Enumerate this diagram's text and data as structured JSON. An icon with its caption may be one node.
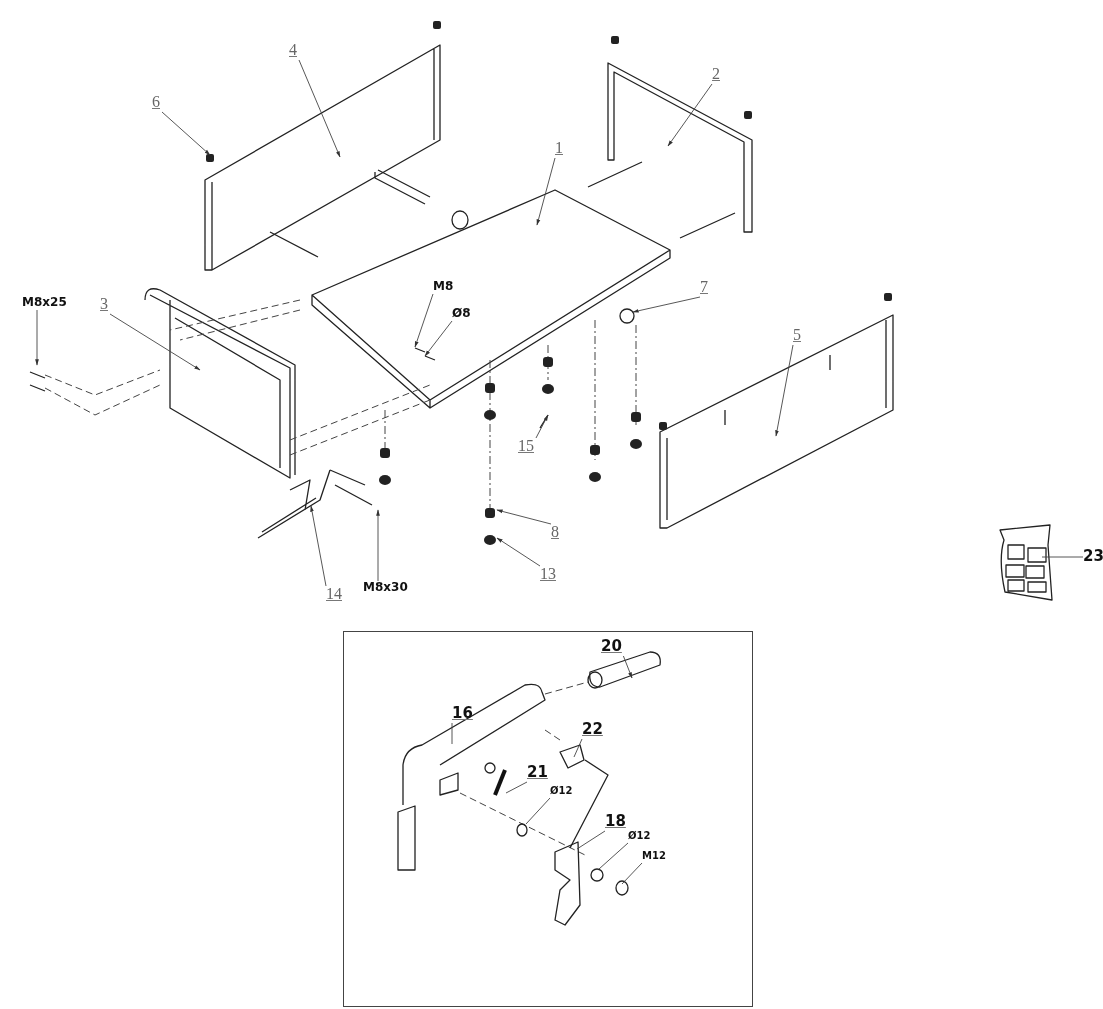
{
  "diagram": {
    "nodes": [
      {
        "text": [
          "6"
        ]
      },
      {
        "text": [
          "4"
        ]
      },
      {
        "text": [
          "1"
        ]
      },
      {
        "text": [
          "2"
        ]
      },
      {
        "text": [
          "M8x25"
        ]
      },
      {
        "text": [
          "3"
        ]
      },
      {
        "text": [
          "M8"
        ]
      },
      {
        "text": [
          "Ø8"
        ]
      },
      {
        "text": [
          "7"
        ]
      },
      {
        "text": [
          "5"
        ]
      },
      {
        "text": [
          "15"
        ]
      },
      {
        "text": [
          "8"
        ]
      },
      {
        "text": [
          "13"
        ]
      },
      {
        "text": [
          "14"
        ]
      },
      {
        "text": [
          "M8x30"
        ]
      },
      {
        "text": [
          "23"
        ]
      },
      {
        "text": [],
        "shape": "box"
      },
      {
        "text": [
          "20"
        ],
        "in": 16
      },
      {
        "text": [
          "16"
        ],
        "in": 16
      },
      {
        "text": [
          "22"
        ],
        "in": 16
      },
      {
        "text": [
          "21"
        ],
        "in": 16
      },
      {
        "text": [
          "Ø12"
        ],
        "in": 16
      },
      {
        "text": [
          "18"
        ],
        "in": 16
      },
      {
        "text": [
          "Ø12"
        ],
        "in": 16
      },
      {
        "text": [
          "M12"
        ],
        "in": 16
      }
    ],
    "edges": [
      {
        "from": 0,
        "to": null,
        "arrow": "to"
      },
      {
        "from": 1,
        "to": null,
        "arrow": "to"
      },
      {
        "from": 2,
        "to": null,
        "arrow": "to"
      },
      {
        "from": 3,
        "to": null,
        "arrow": "to"
      },
      {
        "from": 4,
        "to": null,
        "arrow": "to"
      },
      {
        "from": 5,
        "to": null,
        "arrow": "to"
      },
      {
        "from": 6,
        "to": null,
        "arrow": "to"
      },
      {
        "from": 7,
        "to": null,
        "arrow": "to"
      },
      {
        "from": 8,
        "to": null,
        "arrow": "to"
      },
      {
        "from": 9,
        "to": null,
        "arrow": "to"
      },
      {
        "from": 10,
        "to": null,
        "arrow": "to"
      },
      {
        "from": 11,
        "to": null,
        "arrow": "to"
      },
      {
        "from": 12,
        "to": null,
        "arrow": "to"
      },
      {
        "from": 13,
        "to": null,
        "arrow": "to"
      },
      {
        "from": 14,
        "to": null,
        "arrow": "to"
      },
      {
        "from": 15,
        "to": null,
        "arrow": "none"
      },
      {
        "from": 17,
        "to": null,
        "arrow": "to"
      },
      {
        "from": 18,
        "to": null,
        "arrow": "none"
      },
      {
        "from": 19,
        "to": null,
        "arrow": "none"
      },
      {
        "from": 20,
        "to": null,
        "arrow": "none"
      },
      {
        "from": 21,
        "to": null,
        "arrow": "none"
      },
      {
        "from": 22,
        "to": null,
        "arrow": "none"
      },
      {
        "from": 23,
        "to": null,
        "arrow": "none"
      },
      {
        "from": 24,
        "to": null,
        "arrow": "none"
      }
    ]
  }
}
